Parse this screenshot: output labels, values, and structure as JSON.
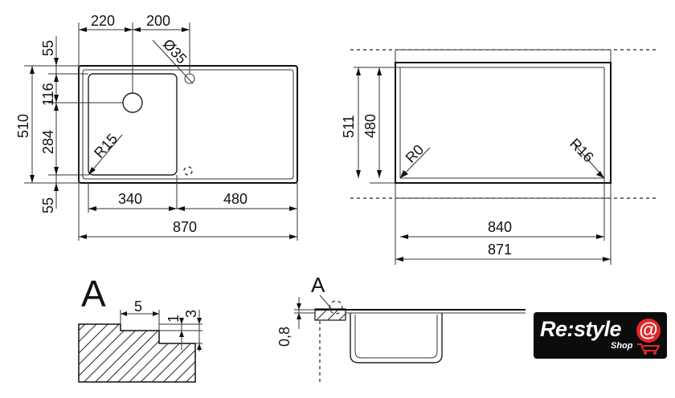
{
  "drawing": {
    "top_view_dims": {
      "d220": "220",
      "d200": "200",
      "d55_top": "55",
      "d116": "116",
      "d510": "510",
      "d284": "284",
      "d55_bottom": "55",
      "d340": "340",
      "d480": "480",
      "d870": "870",
      "r15": "R15",
      "dia35": "Ø35"
    },
    "cutout_dims": {
      "d511": "511",
      "d480": "480",
      "r0": "R0",
      "r16": "R16",
      "d840": "840",
      "d871": "871"
    },
    "detail_dims": {
      "label": "A",
      "d5": "5",
      "d1": "1",
      "d3": "3"
    },
    "section_dims": {
      "label": "A",
      "d08": "0,8"
    }
  },
  "logo": {
    "brand": "Re:style",
    "sub": "Shop",
    "at": "@",
    "accent_color": "#e3262a",
    "background": "#0c0c0c"
  }
}
